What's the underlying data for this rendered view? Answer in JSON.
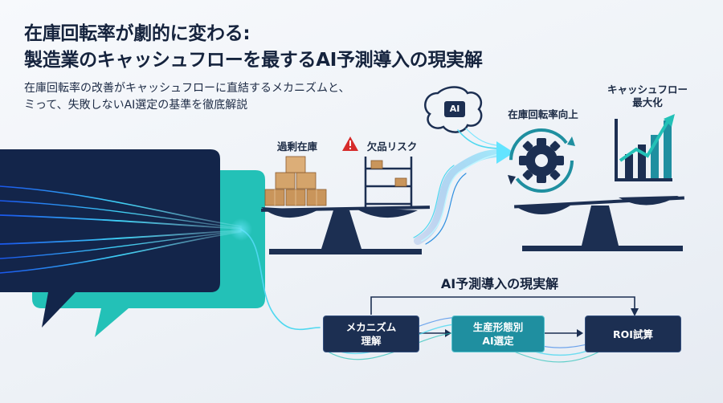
{
  "title": {
    "line1": "在庫回転率が劇的に変わる:",
    "line2": "製造業のキャッシュフローを最するAI予測導入の現実解"
  },
  "subtitle": {
    "line1": "在庫回転率の改善がキャッシュフローに直結するメカニズムと、",
    "line2": "ミって、失敗しないAI選定の基準を徹底解説"
  },
  "left_scale": {
    "excess_label": "過剰在庫",
    "shortage_label": "欠品リスク",
    "warning_icon": "warning-icon"
  },
  "ai_badge": "AI",
  "right_scale": {
    "turnover_label": "在庫回転率向上",
    "cashflow_label_line1": "キャッシュフロー",
    "cashflow_label_line2": "最大化"
  },
  "flow": {
    "heading": "AI予測導入の現実解",
    "steps": [
      {
        "line1": "メカニズム",
        "line2": "理解"
      },
      {
        "line1": "生産形態別",
        "line2": "AI選定"
      },
      {
        "line1": "ROI試算",
        "line2": ""
      }
    ]
  },
  "colors": {
    "navy": "#1c2f52",
    "teal": "#1f8fa0",
    "cyan": "#4fd8f0",
    "warning": "#d62b2b",
    "box_brown": "#c9955b"
  }
}
